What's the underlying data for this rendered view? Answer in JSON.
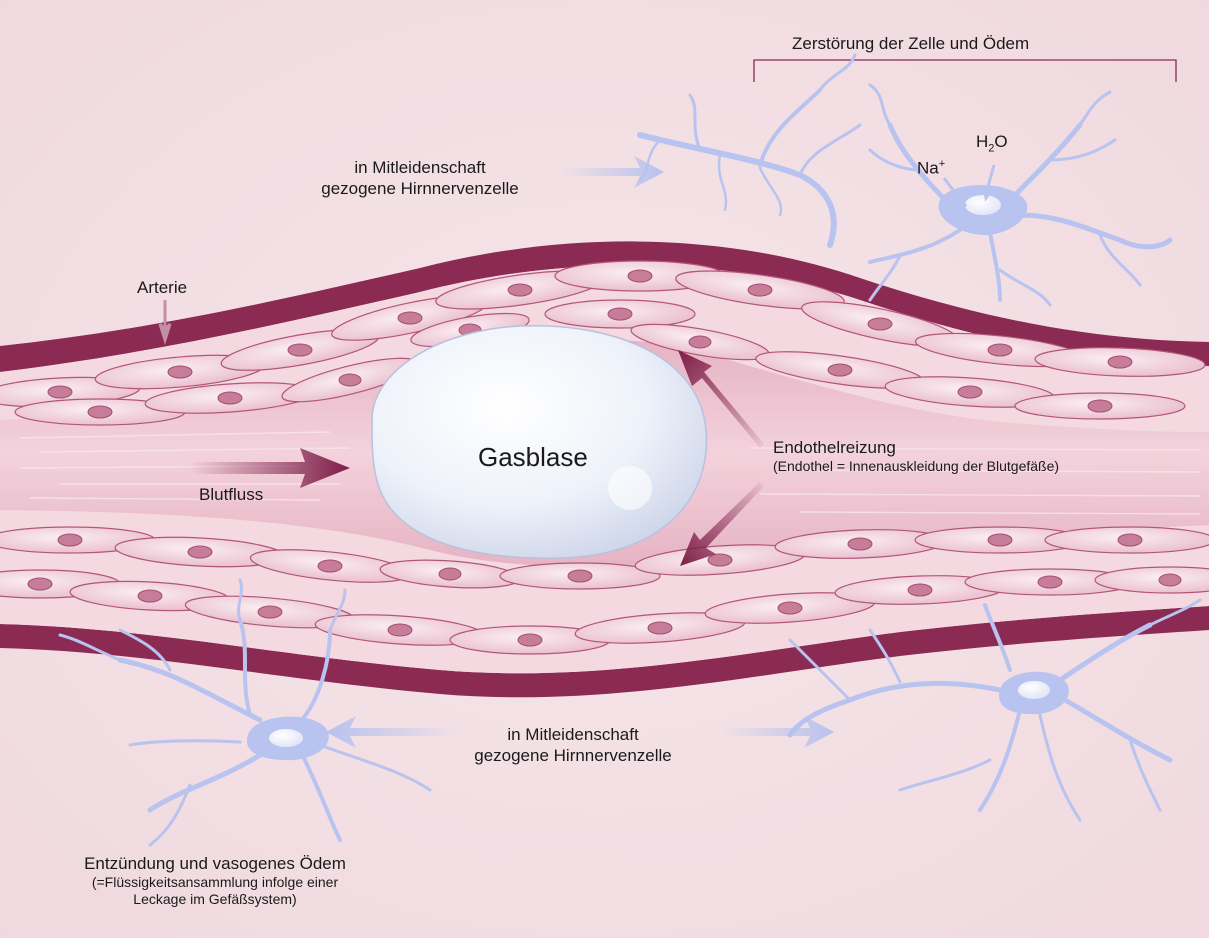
{
  "colors": {
    "background": "#f3e2e6",
    "vessel_wall": "#8b2a52",
    "cell_fill": "#f7dfe6",
    "nucleus": "#c77c98",
    "lumen": "#ecbfcd",
    "bubble": "#e8eef8",
    "neuron": "#b9c3ef",
    "arrow_dark": "#7d1d47",
    "arrow_light": "#b7c2ee"
  },
  "labels": {
    "top_bracket": "Zerstörung der Zelle und Ödem",
    "neuron_top_1": "in Mitleidenschaft",
    "neuron_top_2": "gezogene Hirnnervenzelle",
    "na": "Na",
    "na_sup": "+",
    "h2o_h": "H",
    "h2o_sub": "2",
    "h2o_o": "O",
    "artery": "Arterie",
    "bubble": "Gasblase",
    "blood_flow": "Blutfluss",
    "endothel_title": "Endothelreizung",
    "endothel_note": "(Endothel = Innenauskleidung der  Blutgefäße)",
    "neuron_bottom_1": "in Mitleidenschaft",
    "neuron_bottom_2": "gezogene Hirnnervenzelle",
    "inflammation_1": "Entzündung und vasogenes Ödem",
    "inflammation_2": "(=Flüssigkeitsansammlung infolge einer",
    "inflammation_3": "Leckage im Gefäßsystem)"
  }
}
